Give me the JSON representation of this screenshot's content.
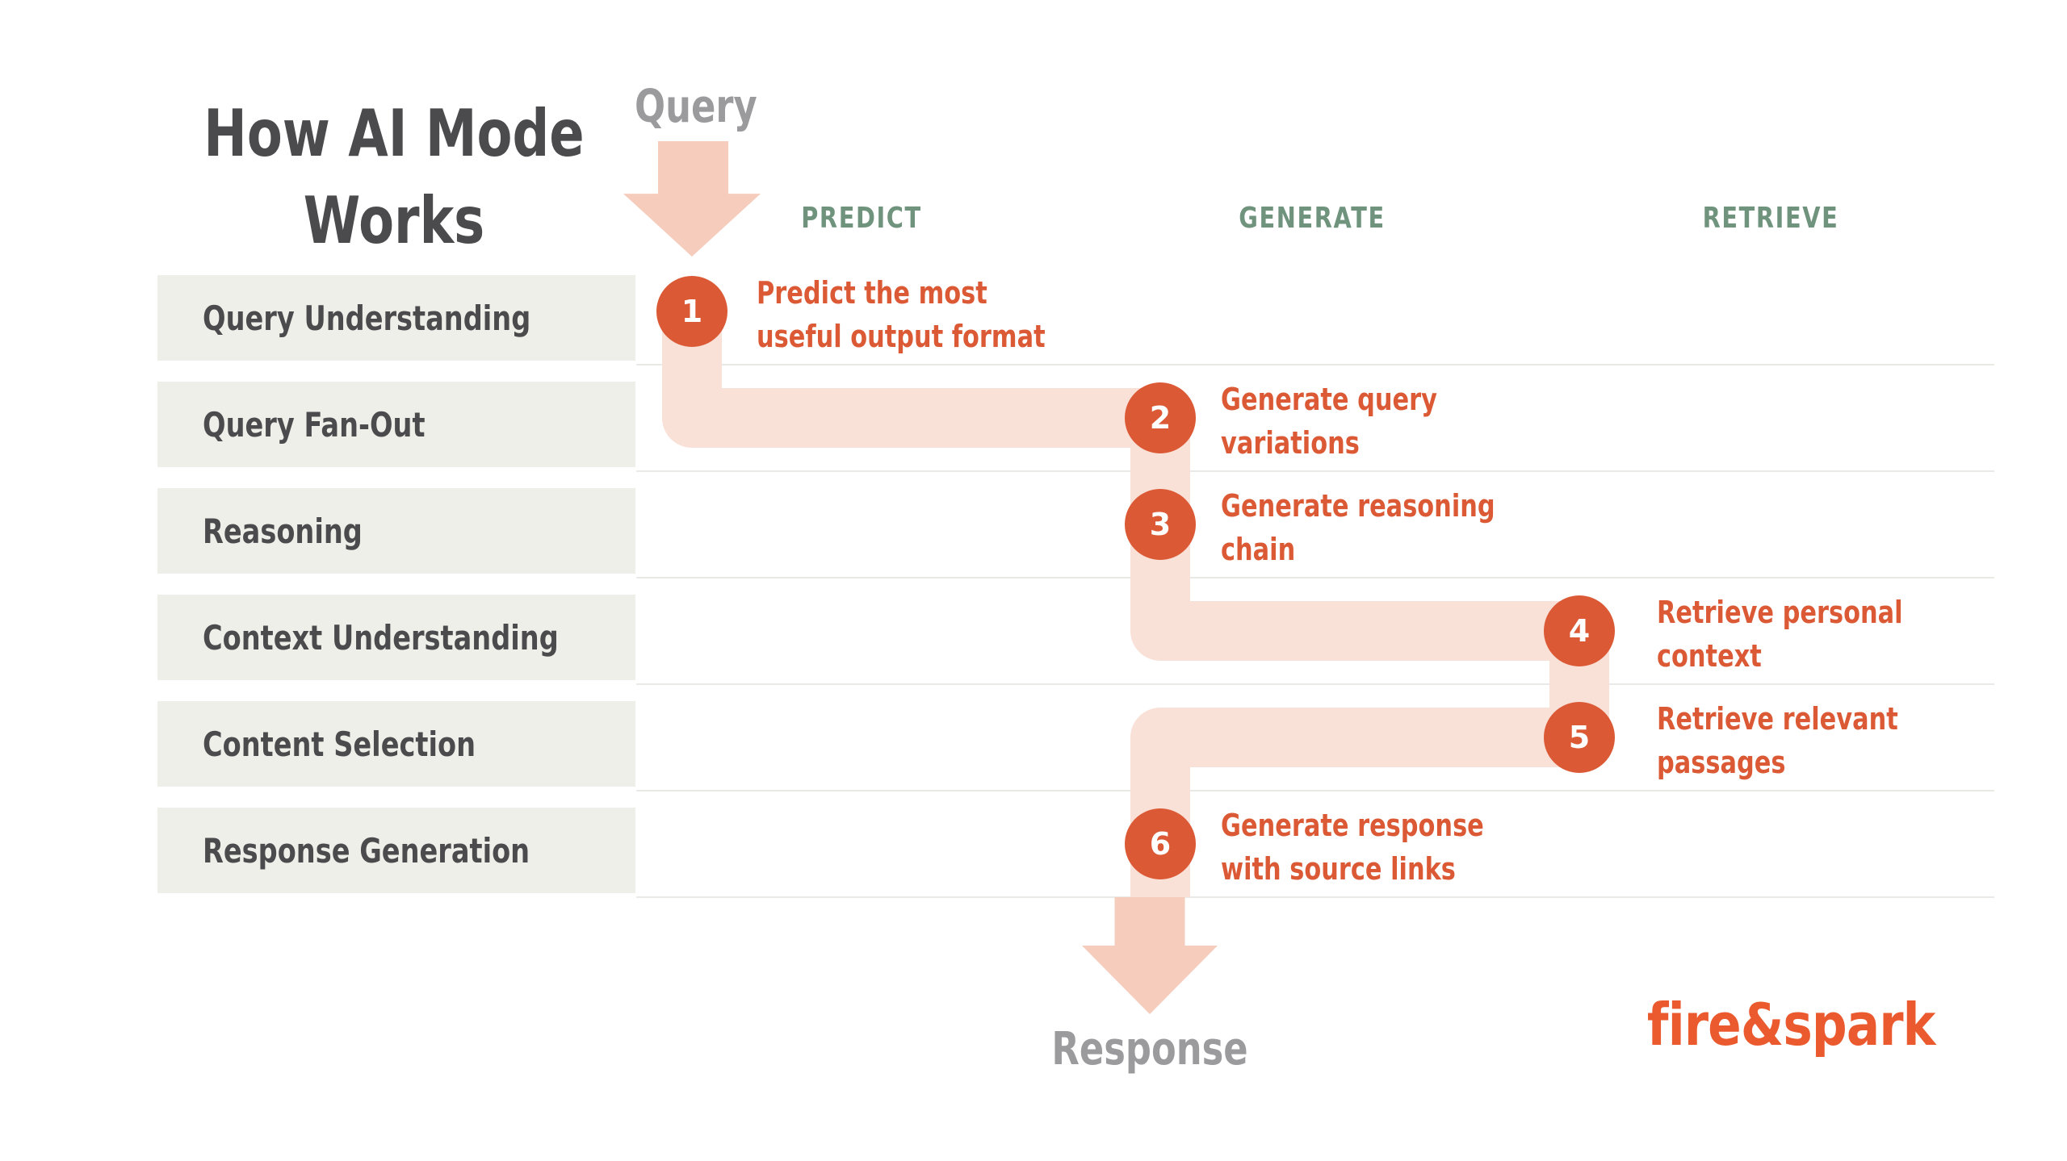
{
  "title": {
    "line1": "How AI Mode",
    "line2": "Works"
  },
  "flow": {
    "input_label": "Query",
    "output_label": "Response"
  },
  "columns": [
    {
      "label": "PREDICT"
    },
    {
      "label": "GENERATE"
    },
    {
      "label": "RETRIEVE"
    }
  ],
  "stages": [
    {
      "label": "Query Understanding"
    },
    {
      "label": "Query Fan-Out"
    },
    {
      "label": "Reasoning"
    },
    {
      "label": "Context Understanding"
    },
    {
      "label": "Content Selection"
    },
    {
      "label": "Response Generation"
    }
  ],
  "steps": [
    {
      "num": "1",
      "line1": "Predict the most",
      "line2": "useful output format"
    },
    {
      "num": "2",
      "line1": "Generate query",
      "line2": "variations"
    },
    {
      "num": "3",
      "line1": "Generate reasoning",
      "line2": "chain"
    },
    {
      "num": "4",
      "line1": "Retrieve personal",
      "line2": "context"
    },
    {
      "num": "5",
      "line1": "Retrieve relevant",
      "line2": "passages"
    },
    {
      "num": "6",
      "line1": "Generate response",
      "line2": "with source links"
    }
  ],
  "logo": {
    "text": "fire&spark"
  },
  "colors": {
    "orange": "#db5a35",
    "logo-orange": "#eb5a2e",
    "band": "#f9e1d8",
    "arrow": "#f6ccbd",
    "green": "#6f937d",
    "ink": "#4b4b4e",
    "muted": "#9b9b9d",
    "row-bg": "#efefe9",
    "grid": "#e9e9e6"
  }
}
